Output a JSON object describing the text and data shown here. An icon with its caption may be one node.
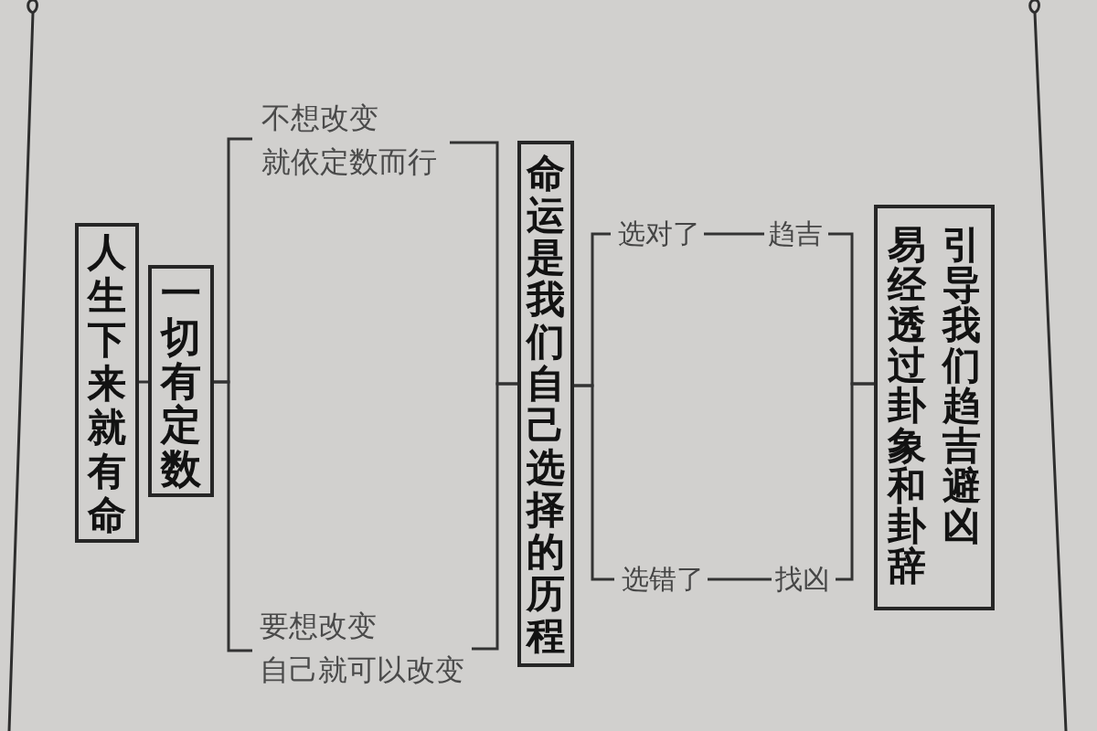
{
  "diagram": {
    "nodes": [
      {
        "text": [
          "人生下来就有命"
        ]
      },
      {
        "text": [
          "一切有定数"
        ]
      },
      {
        "text": [
          "不想改变就依定数而行"
        ]
      },
      {
        "text": [
          "要想改变自己就可以改变"
        ]
      },
      {
        "text": [
          "命运是我们自己选择的历程"
        ]
      },
      {
        "text": [
          "选对了"
        ]
      },
      {
        "text": [
          "趋吉"
        ]
      },
      {
        "text": [
          "选错了"
        ]
      },
      {
        "text": [
          "找凶"
        ]
      },
      {
        "text": [
          "易经透过卦象和卦辞引导我们趋吉避凶"
        ]
      }
    ],
    "edges": [
      {
        "from": 0,
        "to": 1,
        "arrow": "none"
      },
      {
        "from": 1,
        "to": 2,
        "arrow": "none"
      },
      {
        "from": 1,
        "to": 3,
        "arrow": "none"
      },
      {
        "from": 2,
        "to": 4,
        "arrow": "none"
      },
      {
        "from": 3,
        "to": 4,
        "arrow": "none"
      },
      {
        "from": 4,
        "to": 5,
        "arrow": "none"
      },
      {
        "from": 4,
        "to": 7,
        "arrow": "none"
      },
      {
        "from": 5,
        "to": 6,
        "arrow": "none"
      },
      {
        "from": 7,
        "to": 8,
        "arrow": "none"
      },
      {
        "from": 6,
        "to": 9,
        "arrow": "none"
      },
      {
        "from": 8,
        "to": 9,
        "arrow": "none"
      }
    ]
  }
}
